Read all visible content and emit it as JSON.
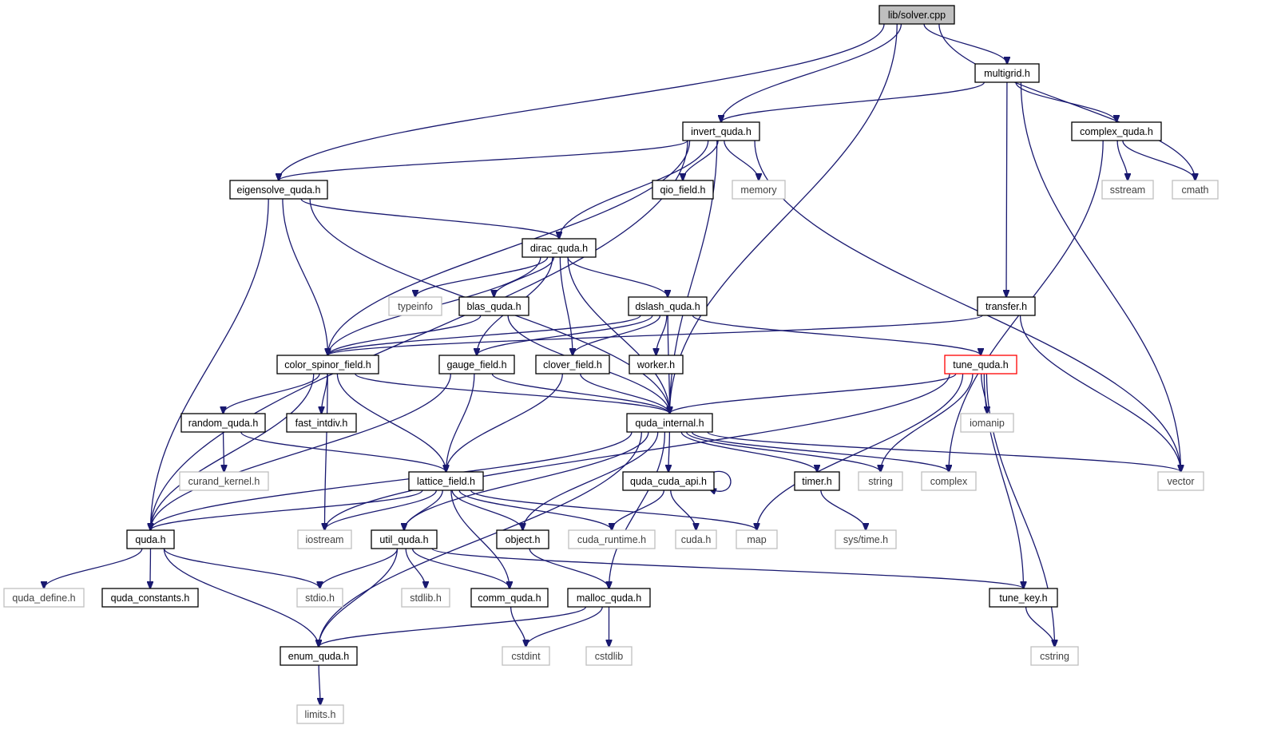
{
  "diagram": {
    "kind": "include dependency graph",
    "colors": {
      "edge": "#191970",
      "project_border": "#000000",
      "system_border": "#bfbfbf",
      "system_text": "#404040",
      "root_fill": "#bfbfbf",
      "highlight_border": "#ff0000"
    },
    "nodes": [
      {
        "id": "solver",
        "label": "lib/solver.cpp",
        "kind": "root"
      },
      {
        "id": "multigrid",
        "label": "multigrid.h",
        "kind": "project"
      },
      {
        "id": "invert_quda",
        "label": "invert_quda.h",
        "kind": "project"
      },
      {
        "id": "complex_quda",
        "label": "complex_quda.h",
        "kind": "project"
      },
      {
        "id": "eigensolve",
        "label": "eigensolve_quda.h",
        "kind": "project"
      },
      {
        "id": "qio_field",
        "label": "qio_field.h",
        "kind": "project"
      },
      {
        "id": "memory",
        "label": "memory",
        "kind": "system"
      },
      {
        "id": "sstream",
        "label": "sstream",
        "kind": "system"
      },
      {
        "id": "cmath",
        "label": "cmath",
        "kind": "system"
      },
      {
        "id": "dirac_quda",
        "label": "dirac_quda.h",
        "kind": "project"
      },
      {
        "id": "typeinfo",
        "label": "typeinfo",
        "kind": "system"
      },
      {
        "id": "blas_quda",
        "label": "blas_quda.h",
        "kind": "project"
      },
      {
        "id": "dslash_quda",
        "label": "dslash_quda.h",
        "kind": "project"
      },
      {
        "id": "transfer",
        "label": "transfer.h",
        "kind": "project"
      },
      {
        "id": "color_spinor",
        "label": "color_spinor_field.h",
        "kind": "project"
      },
      {
        "id": "gauge_field",
        "label": "gauge_field.h",
        "kind": "project"
      },
      {
        "id": "clover_field",
        "label": "clover_field.h",
        "kind": "project"
      },
      {
        "id": "worker",
        "label": "worker.h",
        "kind": "project"
      },
      {
        "id": "tune_quda",
        "label": "tune_quda.h",
        "kind": "highlight"
      },
      {
        "id": "random_quda",
        "label": "random_quda.h",
        "kind": "project"
      },
      {
        "id": "fast_intdiv",
        "label": "fast_intdiv.h",
        "kind": "project"
      },
      {
        "id": "quda_internal",
        "label": "quda_internal.h",
        "kind": "project"
      },
      {
        "id": "iomanip",
        "label": "iomanip",
        "kind": "system"
      },
      {
        "id": "curand_kernel",
        "label": "curand_kernel.h",
        "kind": "system"
      },
      {
        "id": "lattice_field",
        "label": "lattice_field.h",
        "kind": "project"
      },
      {
        "id": "quda_cuda_api",
        "label": "quda_cuda_api.h",
        "kind": "project"
      },
      {
        "id": "timer",
        "label": "timer.h",
        "kind": "project"
      },
      {
        "id": "string",
        "label": "string",
        "kind": "system"
      },
      {
        "id": "complex",
        "label": "complex",
        "kind": "system"
      },
      {
        "id": "vector",
        "label": "vector",
        "kind": "system"
      },
      {
        "id": "quda",
        "label": "quda.h",
        "kind": "project"
      },
      {
        "id": "iostream",
        "label": "iostream",
        "kind": "system"
      },
      {
        "id": "util_quda",
        "label": "util_quda.h",
        "kind": "project"
      },
      {
        "id": "object",
        "label": "object.h",
        "kind": "project"
      },
      {
        "id": "cuda_runtime",
        "label": "cuda_runtime.h",
        "kind": "system"
      },
      {
        "id": "cuda_h",
        "label": "cuda.h",
        "kind": "system"
      },
      {
        "id": "map",
        "label": "map",
        "kind": "system"
      },
      {
        "id": "sys_time",
        "label": "sys/time.h",
        "kind": "system"
      },
      {
        "id": "quda_define",
        "label": "quda_define.h",
        "kind": "system"
      },
      {
        "id": "quda_constants",
        "label": "quda_constants.h",
        "kind": "project"
      },
      {
        "id": "stdio",
        "label": "stdio.h",
        "kind": "system"
      },
      {
        "id": "stdlib",
        "label": "stdlib.h",
        "kind": "system"
      },
      {
        "id": "comm_quda",
        "label": "comm_quda.h",
        "kind": "project"
      },
      {
        "id": "malloc_quda",
        "label": "malloc_quda.h",
        "kind": "project"
      },
      {
        "id": "tune_key",
        "label": "tune_key.h",
        "kind": "project"
      },
      {
        "id": "enum_quda",
        "label": "enum_quda.h",
        "kind": "project"
      },
      {
        "id": "cstdint",
        "label": "cstdint",
        "kind": "system"
      },
      {
        "id": "cstdlib",
        "label": "cstdlib",
        "kind": "system"
      },
      {
        "id": "cstring",
        "label": "cstring",
        "kind": "system"
      },
      {
        "id": "limits",
        "label": "limits.h",
        "kind": "system"
      }
    ],
    "edges": [
      [
        "solver",
        "multigrid"
      ],
      [
        "solver",
        "invert_quda"
      ],
      [
        "solver",
        "eigensolve"
      ],
      [
        "solver",
        "quda_internal"
      ],
      [
        "solver",
        "cmath"
      ],
      [
        "multigrid",
        "invert_quda"
      ],
      [
        "multigrid",
        "complex_quda"
      ],
      [
        "multigrid",
        "transfer"
      ],
      [
        "multigrid",
        "vector"
      ],
      [
        "complex_quda",
        "sstream"
      ],
      [
        "complex_quda",
        "cmath"
      ],
      [
        "complex_quda",
        "complex"
      ],
      [
        "invert_quda",
        "eigensolve"
      ],
      [
        "invert_quda",
        "qio_field"
      ],
      [
        "invert_quda",
        "memory"
      ],
      [
        "invert_quda",
        "dirac_quda"
      ],
      [
        "invert_quda",
        "color_spinor"
      ],
      [
        "invert_quda",
        "quda_internal"
      ],
      [
        "invert_quda",
        "quda"
      ],
      [
        "invert_quda",
        "vector"
      ],
      [
        "eigensolve",
        "dirac_quda"
      ],
      [
        "eigensolve",
        "color_spinor"
      ],
      [
        "eigensolve",
        "quda_internal"
      ],
      [
        "eigensolve",
        "quda"
      ],
      [
        "dirac_quda",
        "typeinfo"
      ],
      [
        "dirac_quda",
        "blas_quda"
      ],
      [
        "dirac_quda",
        "dslash_quda"
      ],
      [
        "dirac_quda",
        "color_spinor"
      ],
      [
        "dirac_quda",
        "gauge_field"
      ],
      [
        "dirac_quda",
        "clover_field"
      ],
      [
        "dirac_quda",
        "quda_internal"
      ],
      [
        "blas_quda",
        "color_spinor"
      ],
      [
        "blas_quda",
        "quda_internal"
      ],
      [
        "dslash_quda",
        "color_spinor"
      ],
      [
        "dslash_quda",
        "gauge_field"
      ],
      [
        "dslash_quda",
        "clover_field"
      ],
      [
        "dslash_quda",
        "worker"
      ],
      [
        "dslash_quda",
        "quda_internal"
      ],
      [
        "dslash_quda",
        "tune_quda"
      ],
      [
        "transfer",
        "color_spinor"
      ],
      [
        "transfer",
        "vector"
      ],
      [
        "color_spinor",
        "random_quda"
      ],
      [
        "color_spinor",
        "fast_intdiv"
      ],
      [
        "color_spinor",
        "quda_internal"
      ],
      [
        "color_spinor",
        "lattice_field"
      ],
      [
        "color_spinor",
        "iostream"
      ],
      [
        "color_spinor",
        "quda"
      ],
      [
        "gauge_field",
        "quda_internal"
      ],
      [
        "gauge_field",
        "lattice_field"
      ],
      [
        "gauge_field",
        "quda"
      ],
      [
        "clover_field",
        "quda_internal"
      ],
      [
        "clover_field",
        "lattice_field"
      ],
      [
        "tune_quda",
        "quda_internal"
      ],
      [
        "tune_quda",
        "iomanip"
      ],
      [
        "tune_quda",
        "string"
      ],
      [
        "tune_quda",
        "map"
      ],
      [
        "tune_quda",
        "tune_key"
      ],
      [
        "tune_quda",
        "cstring"
      ],
      [
        "tune_quda",
        "iostream"
      ],
      [
        "random_quda",
        "curand_kernel"
      ],
      [
        "random_quda",
        "lattice_field"
      ],
      [
        "quda_internal",
        "quda_cuda_api"
      ],
      [
        "quda_internal",
        "timer"
      ],
      [
        "quda_internal",
        "string"
      ],
      [
        "quda_internal",
        "complex"
      ],
      [
        "quda_internal",
        "vector"
      ],
      [
        "quda_internal",
        "quda"
      ],
      [
        "quda_internal",
        "util_quda"
      ],
      [
        "quda_internal",
        "object"
      ],
      [
        "quda_internal",
        "malloc_quda"
      ],
      [
        "quda_internal",
        "enum_quda"
      ],
      [
        "lattice_field",
        "quda"
      ],
      [
        "lattice_field",
        "iostream"
      ],
      [
        "lattice_field",
        "util_quda"
      ],
      [
        "lattice_field",
        "object"
      ],
      [
        "lattice_field",
        "cuda_runtime"
      ],
      [
        "lattice_field",
        "map"
      ],
      [
        "lattice_field",
        "comm_quda"
      ],
      [
        "quda_cuda_api",
        "quda_cuda_api"
      ],
      [
        "quda_cuda_api",
        "cuda_runtime"
      ],
      [
        "quda_cuda_api",
        "cuda_h"
      ],
      [
        "timer",
        "sys_time"
      ],
      [
        "quda",
        "quda_define"
      ],
      [
        "quda",
        "quda_constants"
      ],
      [
        "quda",
        "stdio"
      ],
      [
        "quda",
        "enum_quda"
      ],
      [
        "util_quda",
        "stdio"
      ],
      [
        "util_quda",
        "stdlib"
      ],
      [
        "util_quda",
        "comm_quda"
      ],
      [
        "util_quda",
        "enum_quda"
      ],
      [
        "util_quda",
        "tune_key"
      ],
      [
        "object",
        "malloc_quda"
      ],
      [
        "malloc_quda",
        "enum_quda"
      ],
      [
        "malloc_quda",
        "cstdint"
      ],
      [
        "malloc_quda",
        "cstdlib"
      ],
      [
        "comm_quda",
        "cstdint"
      ],
      [
        "tune_key",
        "cstring"
      ],
      [
        "enum_quda",
        "limits"
      ]
    ]
  }
}
